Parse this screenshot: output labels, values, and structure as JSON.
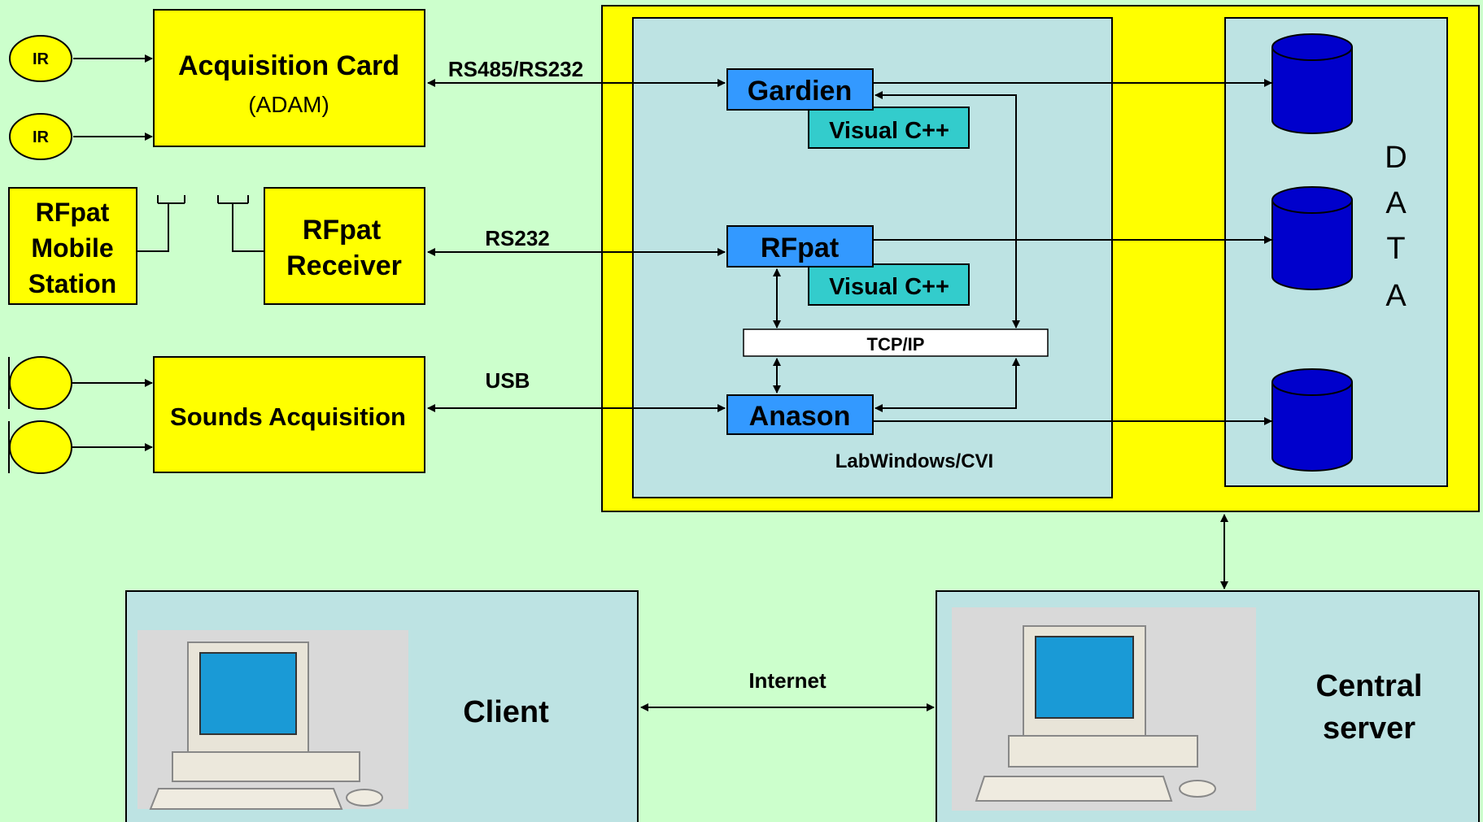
{
  "sensors": {
    "ir_top": "IR",
    "ir_bottom": "IR"
  },
  "acquisition_card": {
    "title": "Acquisition Card",
    "subtitle": "(ADAM)"
  },
  "rfpat_mobile": [
    "RFpat",
    "Mobile",
    "Station"
  ],
  "rfpat_receiver": [
    "RFpat",
    "Receiver"
  ],
  "sounds_acquisition": "Sounds Acquisition",
  "links": {
    "rs485": "RS485/RS232",
    "rs232": "RS232",
    "usb": "USB",
    "tcpip": "TCP/IP",
    "internet": "Internet"
  },
  "modules": {
    "gardien": "Gardien",
    "gardien_lang": "Visual C++",
    "rfpat": "RFpat",
    "rfpat_lang": "Visual C++",
    "anason": "Anason"
  },
  "platform_label": "LabWindows/CVI",
  "data_label": [
    "D",
    "A",
    "T",
    "A"
  ],
  "client_label": "Client",
  "server_label": [
    "Central",
    "server"
  ],
  "colors": {
    "background": "#ccffcc",
    "yellow": "#ffff00",
    "panel": "#bde3e3",
    "module_blue": "#3399ff",
    "lang_teal": "#33cccc",
    "db_blue": "#0000cc"
  }
}
